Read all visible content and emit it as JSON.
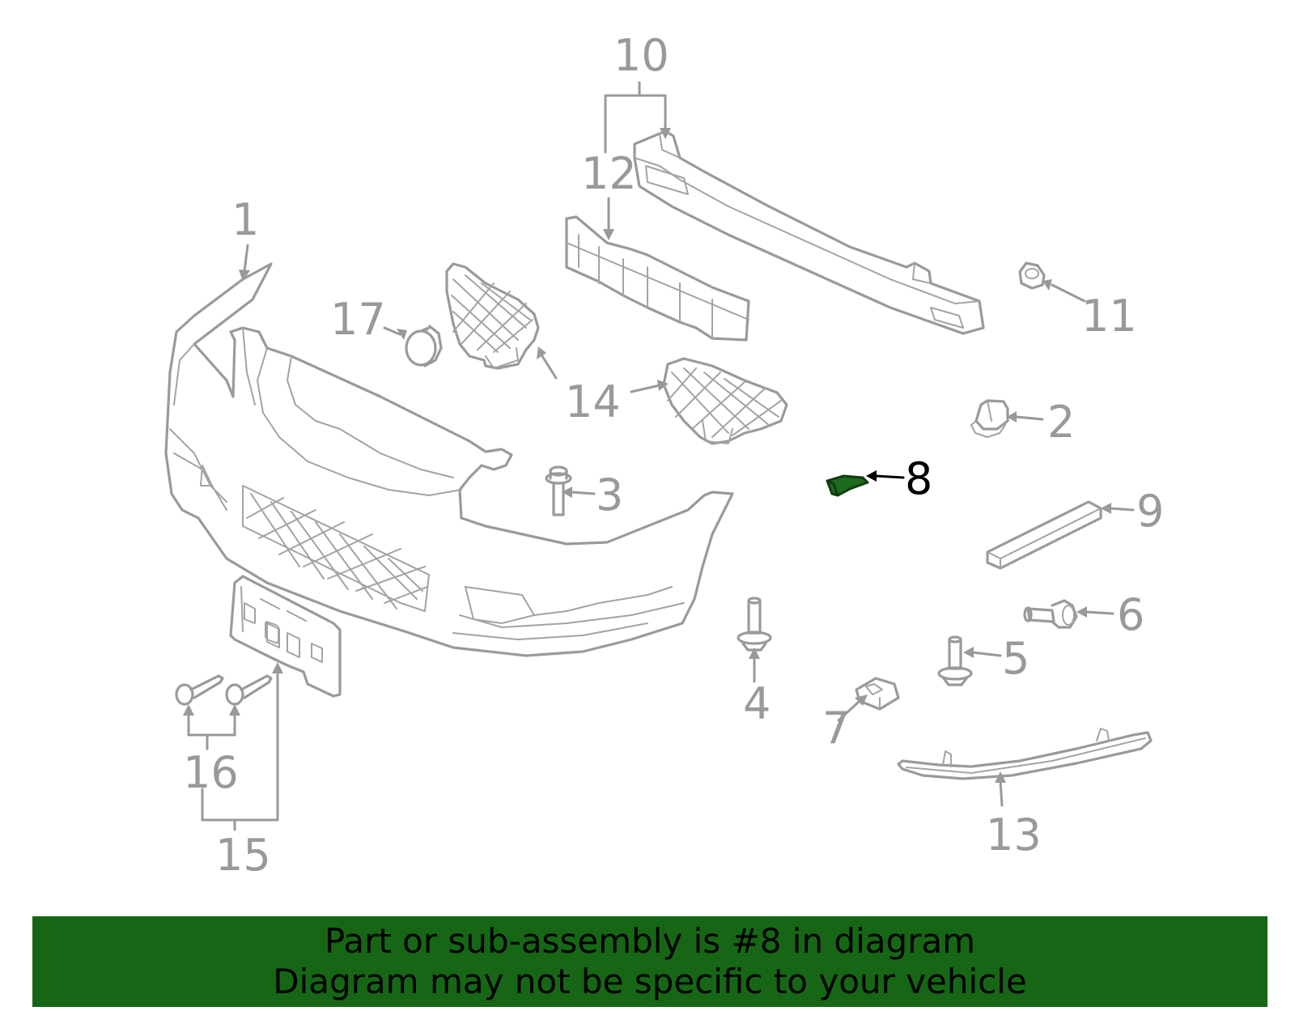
{
  "callouts": {
    "p1": "1",
    "p2": "2",
    "p3": "3",
    "p4": "4",
    "p5": "5",
    "p6": "6",
    "p7": "7",
    "p8": "8",
    "p9": "9",
    "p10": "10",
    "p11": "11",
    "p12": "12",
    "p13": "13",
    "p14": "14",
    "p15": "15",
    "p16": "16",
    "p17": "17"
  },
  "highlight": {
    "part": "8",
    "color": "#1e6b1e"
  },
  "colors": {
    "line": "#9a9a9a",
    "banner": "#166616",
    "label_highlight": "#000000"
  },
  "banner": {
    "line1": "Part or sub-assembly is #8 in diagram",
    "line2": "Diagram may not be specific to your vehicle"
  }
}
